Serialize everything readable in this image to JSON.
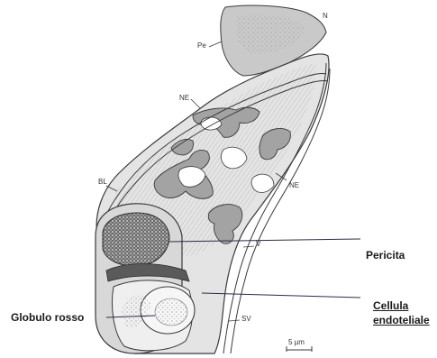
{
  "figure": {
    "small_labels": {
      "pe": "Pe",
      "n_top": "N",
      "ne_top": "NE",
      "ne_mid": "NE",
      "bl": "BL",
      "v": "V",
      "sv": "SV",
      "scale": "5 µm"
    },
    "annotations": {
      "pericita": "Pericita",
      "cellula_line1": "Cellula",
      "cellula_line2": "endoteliale",
      "globulo": "Globulo rosso"
    },
    "colors": {
      "ink": "#3a3a3a",
      "shade": "#9a9a9a",
      "pointer": "#2b2b4a"
    }
  }
}
